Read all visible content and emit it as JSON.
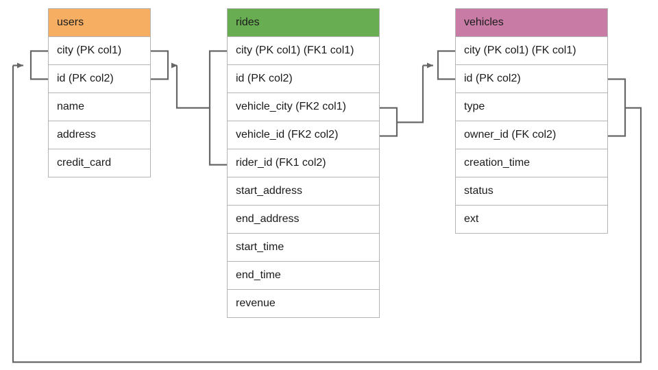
{
  "diagram": {
    "title": "database-schema-er-diagram",
    "background_color": "#ffffff",
    "line_color": "#666666",
    "border_color": "#b3b3b3"
  },
  "tables": [
    {
      "id": "users",
      "name": "users",
      "header_color": "#f5ae62",
      "fields": [
        "city (PK col1)",
        "id (PK col2)",
        "name",
        "address",
        "credit_card"
      ]
    },
    {
      "id": "rides",
      "name": "rides",
      "header_color": "#68ad52",
      "fields": [
        "city (PK col1) (FK1 col1)",
        "id (PK col2)",
        "vehicle_city (FK2 col1)",
        "vehicle_id (FK2 col2)",
        "rider_id (FK1 col2)",
        "start_address",
        "end_address",
        "start_time",
        "end_time",
        "revenue"
      ]
    },
    {
      "id": "vehicles",
      "name": "vehicles",
      "header_color": "#c77ba5",
      "fields": [
        "city (PK col1) (FK col1)",
        "id (PK col2)",
        "type",
        "owner_id (FK col2)",
        "creation_time",
        "status",
        "ext"
      ]
    }
  ],
  "relationships": [
    {
      "id": "fk1-rides-to-users",
      "label": "FK1",
      "from_table": "rides",
      "from_fields": [
        "city (PK col1) (FK1 col1)",
        "rider_id (FK1 col2)"
      ],
      "to_table": "users",
      "to_fields": [
        "city (PK col1)",
        "id (PK col2)"
      ],
      "arrow": "to-users"
    },
    {
      "id": "fk2-rides-to-vehicles",
      "label": "FK2",
      "from_table": "rides",
      "from_fields": [
        "vehicle_city (FK2 col1)",
        "vehicle_id (FK2 col2)"
      ],
      "to_table": "vehicles",
      "to_fields": [
        "city (PK col1) (FK col1)",
        "id (PK col2)"
      ],
      "arrow": "to-vehicles"
    },
    {
      "id": "fk-vehicles-to-users",
      "label": "FK",
      "from_table": "vehicles",
      "from_fields": [
        "id (PK col2)",
        "owner_id (FK col2)"
      ],
      "to_table": "users",
      "to_fields": [
        "city (PK col1)",
        "id (PK col2)"
      ],
      "arrow": "to-users"
    }
  ]
}
